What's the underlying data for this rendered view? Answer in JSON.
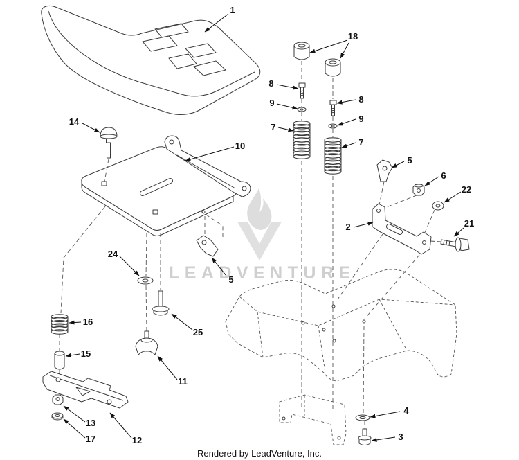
{
  "diagram": {
    "callouts": [
      "1",
      "18",
      "8",
      "9",
      "7",
      "8",
      "9",
      "7",
      "14",
      "10",
      "5",
      "6",
      "22",
      "2",
      "21",
      "24",
      "5",
      "16",
      "25",
      "15",
      "11",
      "13",
      "17",
      "12",
      "4",
      "3"
    ]
  },
  "watermark": {
    "brand": "LEADVENTURE"
  },
  "footer": {
    "credit": "Rendered by LeadVenture, Inc."
  },
  "colors": {
    "linework": "#3a3a3a",
    "watermark": "#cfcfcf",
    "background": "#ffffff"
  }
}
